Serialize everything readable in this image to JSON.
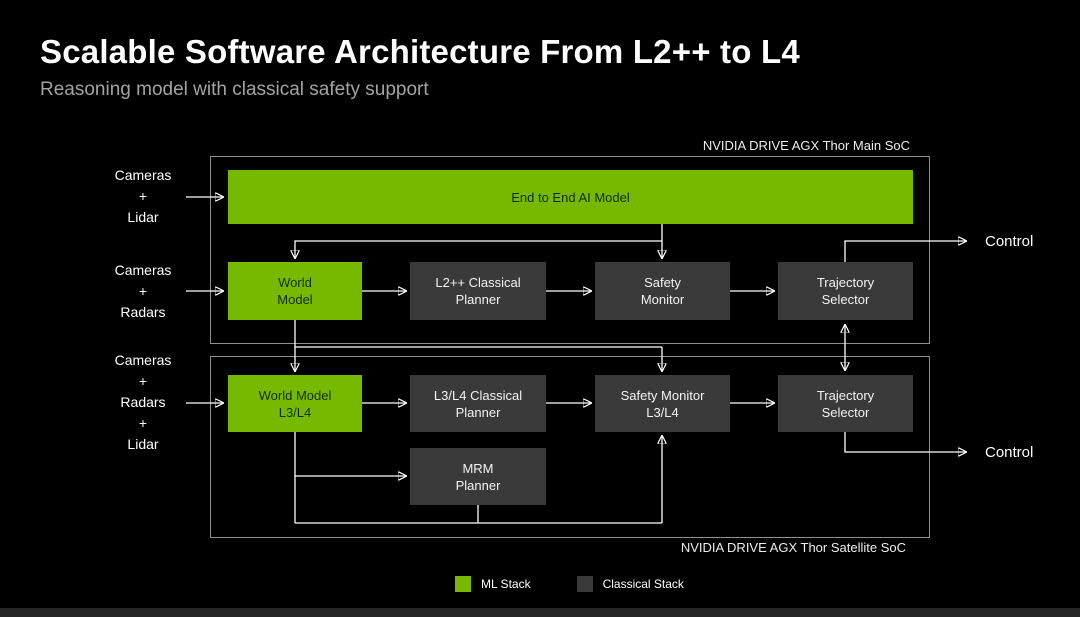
{
  "slide": {
    "title": "Scalable Software Architecture From L2++ to L4",
    "subtitle": "Reasoning model with classical safety support"
  },
  "colors": {
    "background": "#000000",
    "ml_stack_green": "#76b900",
    "classical_stack_gray": "#3a3a3a"
  },
  "inputs": [
    {
      "name": "cameras-lidar",
      "text": "Cameras\n+\nLidar"
    },
    {
      "name": "cameras-radars",
      "text": "Cameras\n+\nRadars"
    },
    {
      "name": "cameras-radars-lidar",
      "text": "Cameras\n+\nRadars\n+\nLidar"
    }
  ],
  "main_soc": {
    "label": "NVIDIA DRIVE AGX Thor Main SoC",
    "boxes": {
      "e2e": "End to End AI Model",
      "world_model": "World\nModel",
      "l2_planner": "L2++ Classical\nPlanner",
      "safety_monitor": "Safety\nMonitor",
      "trajectory_selector": "Trajectory\nSelector"
    },
    "control": "Control"
  },
  "satellite_soc": {
    "label": "NVIDIA DRIVE AGX Thor Satellite SoC",
    "boxes": {
      "world_model": "World Model\nL3/L4",
      "l34_planner": "L3/L4 Classical\nPlanner",
      "safety_monitor": "Safety Monitor\nL3/L4",
      "trajectory_selector": "Trajectory\nSelector",
      "mrm_planner": "MRM\nPlanner"
    },
    "control": "Control"
  },
  "legend": [
    {
      "label": "ML Stack",
      "color": "#76b900"
    },
    {
      "label": "Classical Stack",
      "color": "#3a3a3a"
    }
  ]
}
